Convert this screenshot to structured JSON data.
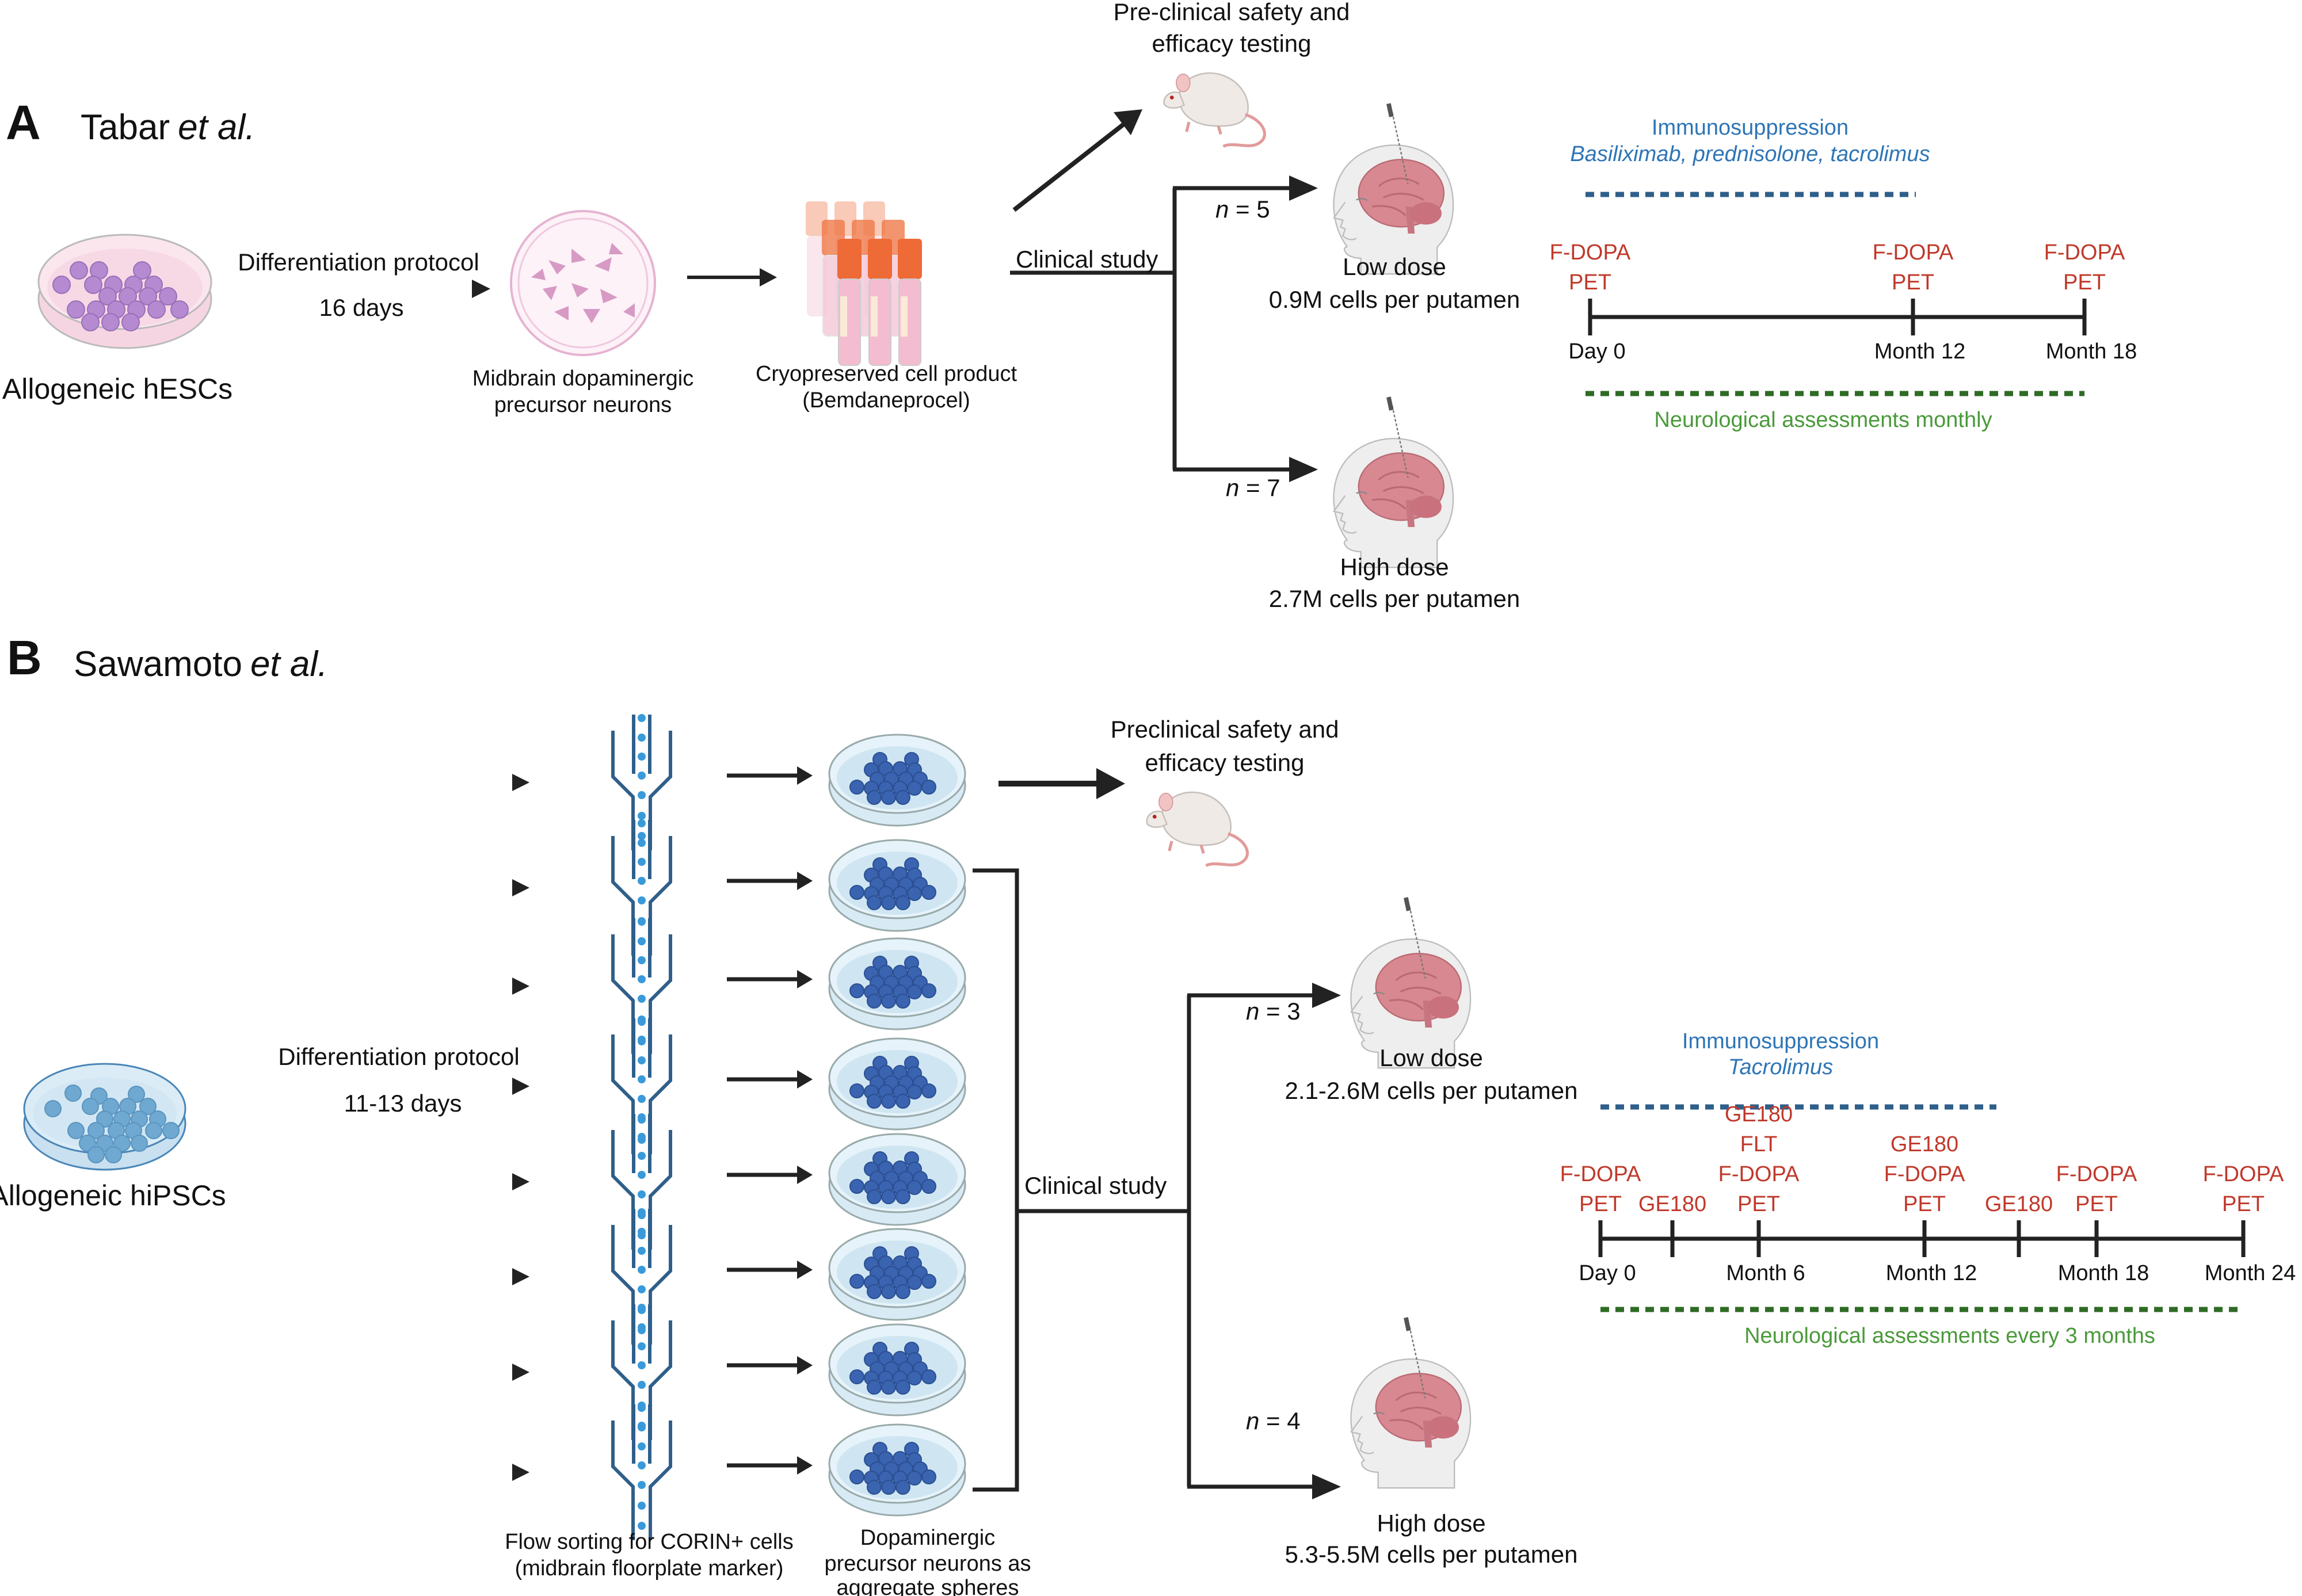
{
  "colors": {
    "text": "#111111",
    "pet_label": "#c0392b",
    "immuno_text": "#2e75b6",
    "immuno_dash": "#2f5f8a",
    "neuro_text": "#4a9a3a",
    "neuro_dash": "#2f6b25",
    "hesc_dish": "#f7d9e6",
    "hesc_cell": "#b58ad0",
    "hipsc_dish": "#d7ebf5",
    "hipsc_cell": "#6fa8d0",
    "sphere_cell": "#3a63b0",
    "funnel": "#2f5f8a",
    "funnel_dot": "#3a9ad9",
    "vial_cap": "#f07a4a",
    "brain": "#d88890"
  },
  "panel_a": {
    "letter": "A",
    "title_author": "Tabar",
    "title_etal": "et al.",
    "source_label": "Allogeneic hESCs",
    "diff_label": "Differentiation protocol",
    "diff_duration": "16 days",
    "neurons_label_1": "Midbrain dopaminergic",
    "neurons_label_2": "precursor neurons",
    "product_label_1": "Cryopreserved cell product",
    "product_label_2": "(Bemdaneprocel)",
    "preclinical_1": "Pre-clinical safety and",
    "preclinical_2": "efficacy testing",
    "clinical_label": "Clinical study",
    "low_n_var": "n",
    "low_n_val": " = 5",
    "high_n_var": "n",
    "high_n_val": " = 7",
    "low_dose_title": "Low dose",
    "low_dose_cells": "0.9M cells per putamen",
    "high_dose_title": "High dose",
    "high_dose_cells": "2.7M cells per putamen",
    "timeline": {
      "immuno_title": "Immunosuppression",
      "immuno_drugs": "Basiliximab, prednisolone, tacrolimus",
      "neuro_label": "Neurological assessments monthly",
      "ticks": [
        {
          "label": "Day 0",
          "events": [
            "F-DOPA",
            "PET"
          ]
        },
        {
          "label": "Month 12",
          "events": [
            "F-DOPA",
            "PET"
          ]
        },
        {
          "label": "Month 18",
          "events": [
            "F-DOPA",
            "PET"
          ]
        }
      ]
    }
  },
  "panel_b": {
    "letter": "B",
    "title_author": "Sawamoto",
    "title_etal": "et al.",
    "source_label": "Allogeneic hiPSCs",
    "diff_label": "Differentiation protocol",
    "diff_duration": "11-13 days",
    "sorting_label_1": "Flow sorting for CORIN+ cells",
    "sorting_label_2": "(midbrain floorplate marker)",
    "spheres_label_1": "Dopaminergic",
    "spheres_label_2": "precursor neurons as",
    "spheres_label_3": "aggregate spheres",
    "preclinical_1": "Preclinical safety and",
    "preclinical_2": "efficacy testing",
    "clinical_label": "Clinical study",
    "low_n_var": "n",
    "low_n_val": " = 3",
    "high_n_var": "n",
    "high_n_val": " = 4",
    "low_dose_title": "Low dose",
    "low_dose_cells": "2.1-2.6M cells per putamen",
    "high_dose_title": "High dose",
    "high_dose_cells": "5.3-5.5M cells per putamen",
    "batch_count": 8,
    "timeline": {
      "immuno_title": "Immunosuppression",
      "immuno_drugs": "Tacrolimus",
      "neuro_label": "Neurological assessments every 3 months",
      "ticks": [
        {
          "label": "Day 0",
          "events": [
            "F-DOPA",
            "PET"
          ]
        },
        {
          "label": "",
          "events": [
            "GE180"
          ]
        },
        {
          "label": "Month 6",
          "events": [
            "GE180",
            "FLT",
            "F-DOPA",
            "PET"
          ]
        },
        {
          "label": "Month 12",
          "events": [
            "GE180",
            "F-DOPA",
            "PET"
          ]
        },
        {
          "label": "",
          "events": [
            "GE180"
          ]
        },
        {
          "label": "Month 18",
          "events": [
            "F-DOPA",
            "PET"
          ]
        },
        {
          "label": "Month 24",
          "events": [
            "F-DOPA",
            "PET"
          ]
        }
      ]
    }
  }
}
